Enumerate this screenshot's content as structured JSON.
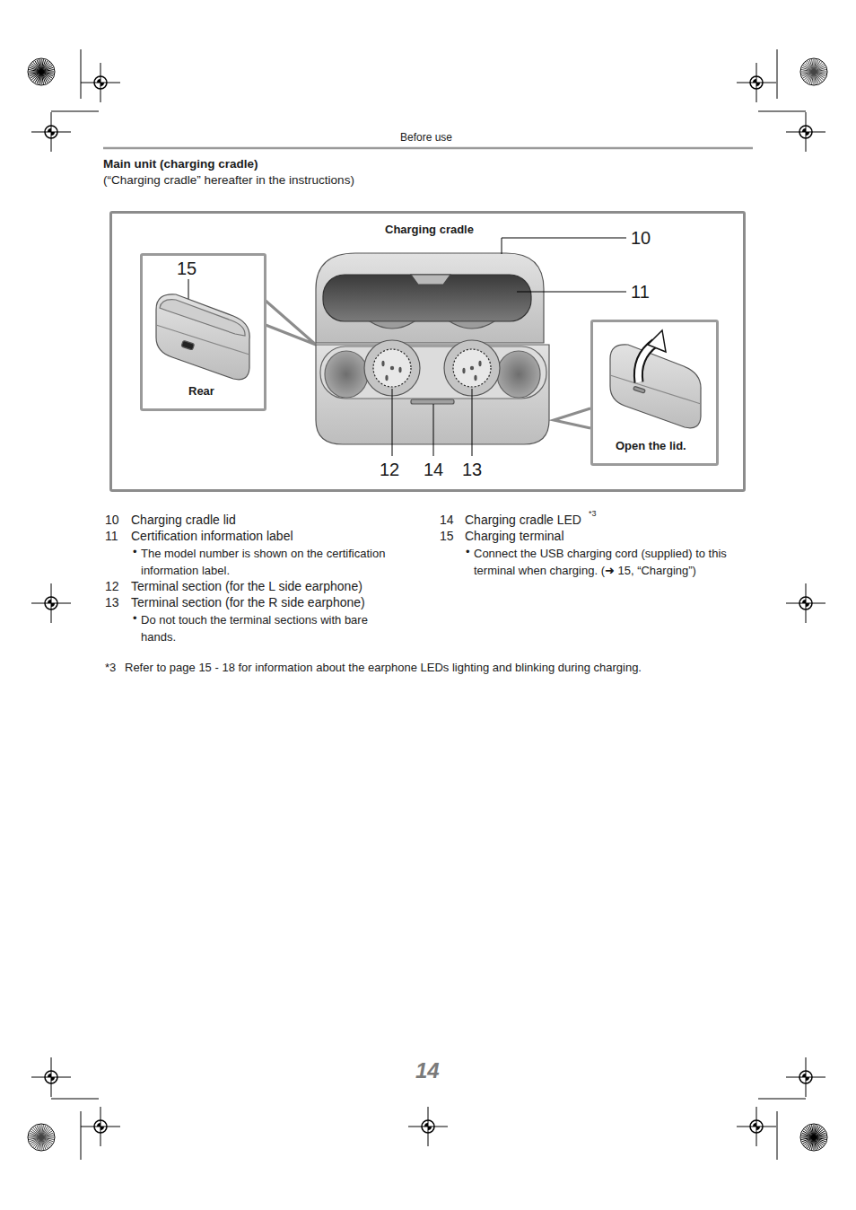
{
  "diagram": {
    "title": "Main unit (charging cradle)",
    "nodes": [
      {
        "text": [
          "Charging cradle"
        ]
      },
      {
        "text": [
          "Rear"
        ],
        "in": 0
      },
      {
        "text": [
          "Open the lid."
        ],
        "in": 0
      }
    ],
    "labels": [
      "Before use",
      "(“Charging cradle” hereafter in the instructions)",
      "15",
      "10",
      "11",
      "12",
      "14",
      "13",
      "10",
      "Charging cradle lid",
      "11",
      "Certification information label",
      "•",
      "The model number is shown on the certification information label.",
      "12",
      "Terminal section (for the L side earphone)",
      "13",
      "Terminal section (for the R side earphone)",
      "•",
      "Do not touch the terminal sections with bare hands.",
      "14",
      "Charging cradle LED",
      "*3",
      "15",
      "Charging terminal",
      "•",
      "Connect the USB charging cord (supplied) to this terminal when charging. (➜ 15, “Charging”)",
      "*3",
      "Refer to page 15 - 18 for information about the earphone LEDs lighting and blinking during charging.",
      "14"
    ]
  }
}
